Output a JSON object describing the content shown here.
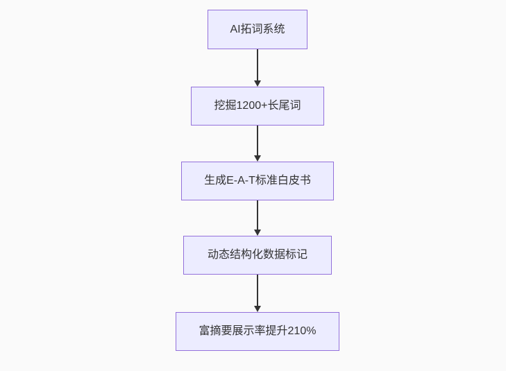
{
  "diagram": {
    "type": "flowchart",
    "direction": "top-down",
    "colors": {
      "background": "#fafafa",
      "node_fill": "#ececff",
      "node_border": "#9370db",
      "node_text": "#333333",
      "arrow": "#333333"
    },
    "nodes": [
      {
        "id": "n1",
        "label": "AI拓词系统"
      },
      {
        "id": "n2",
        "label": "挖掘1200+长尾词"
      },
      {
        "id": "n3",
        "label": "生成E-A-T标准白皮书"
      },
      {
        "id": "n4",
        "label": "动态结构化数据标记"
      },
      {
        "id": "n5",
        "label": "富摘要展示率提升210%"
      }
    ],
    "edges": [
      {
        "from": "n1",
        "to": "n2",
        "arrow": "down"
      },
      {
        "from": "n2",
        "to": "n3",
        "arrow": "down"
      },
      {
        "from": "n3",
        "to": "n4",
        "arrow": "down"
      },
      {
        "from": "n4",
        "to": "n5",
        "arrow": "down"
      }
    ]
  }
}
